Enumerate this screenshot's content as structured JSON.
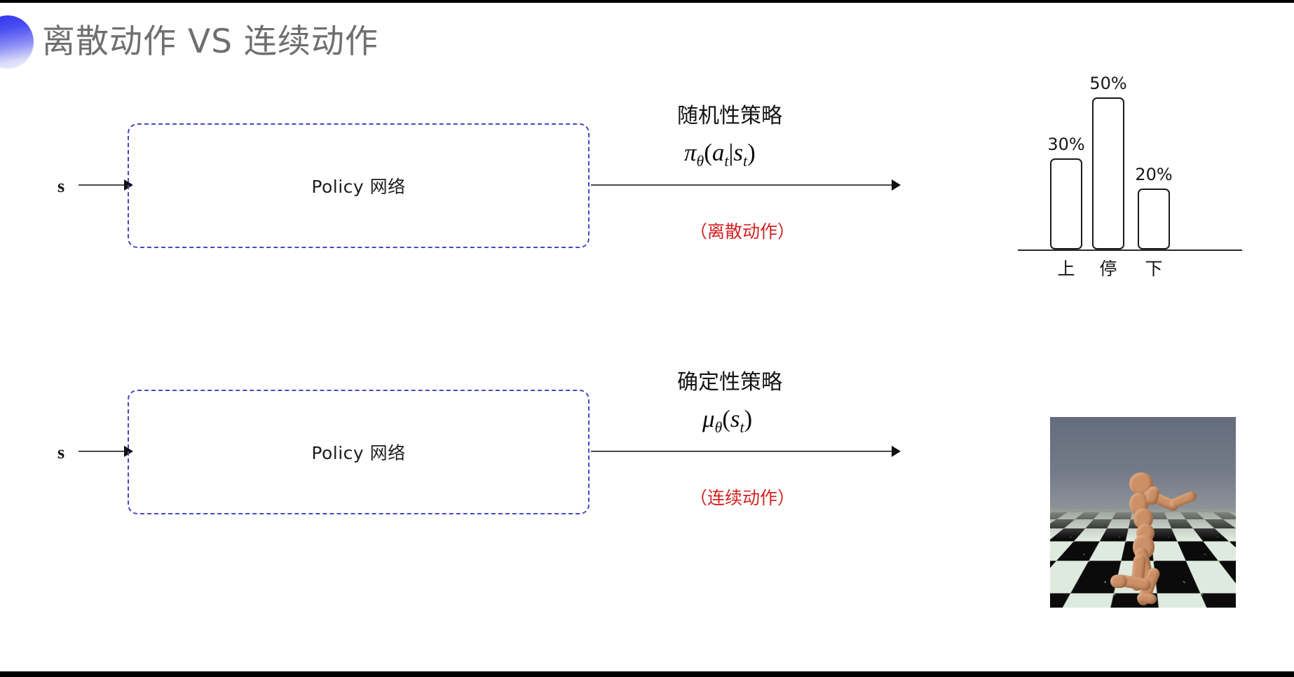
{
  "slide": {
    "title": "离散动作 VS 连续动作",
    "background_color": "#ffffff",
    "bullet_gradient_from": "#2f32ef",
    "bullet_gradient_to": "#f2f2fd"
  },
  "discrete_row": {
    "state_label": "s",
    "policy_box_label": "Policy 网络",
    "policy_box_border_color": "#4a46c4",
    "annotation_title": "随机性策略",
    "formula": {
      "base": "π",
      "base_subscript": "θ",
      "open_paren": "(",
      "arg": "a",
      "arg_subscript": "t",
      "bar": "|",
      "cond": "s",
      "cond_subscript": "t",
      "close_paren": ")"
    },
    "note": "（离散动作）",
    "note_color": "#d42020"
  },
  "continuous_row": {
    "state_label": "s",
    "policy_box_label": "Policy 网络",
    "policy_box_border_color": "#4a46c4",
    "annotation_title": "确定性策略",
    "formula": {
      "base": "μ",
      "base_subscript": "θ",
      "open_paren": "(",
      "arg": "s",
      "arg_subscript": "t",
      "close_paren": ")"
    },
    "note": "（连续动作）",
    "note_color": "#d42020"
  },
  "chart_data": {
    "type": "bar",
    "title": "",
    "xlabel": "",
    "ylabel": "",
    "categories": [
      "上",
      "停",
      "下"
    ],
    "values": [
      30,
      50,
      20
    ],
    "value_labels": [
      "30%",
      "50%",
      "20%"
    ],
    "ylim": [
      0,
      60
    ],
    "grid": false,
    "legend": "none",
    "bar_fill": "#ffffff",
    "bar_stroke": "#1a1a1a",
    "axis_color": "#2a2a2a"
  },
  "humanoid": {
    "caption": "",
    "sky_color": "#6d7484",
    "floor_light": "#dfeade",
    "floor_dark": "#0b0b0b",
    "body_color": "#cc9067"
  }
}
